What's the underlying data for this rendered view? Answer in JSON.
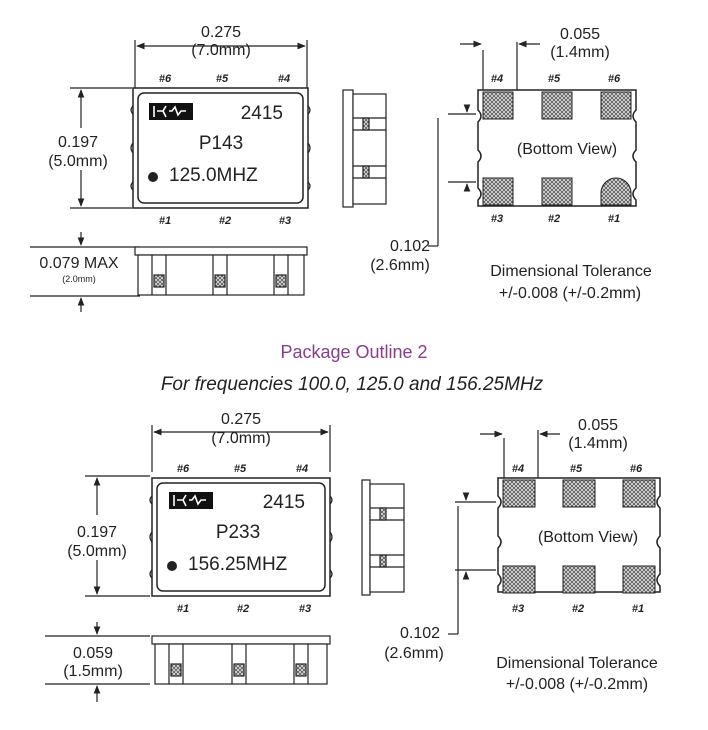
{
  "colors": {
    "ink": "#222222",
    "heading": "#8a3d8e",
    "pad_fill": "#4a4a4a"
  },
  "outline1": {
    "width_in": "0.275",
    "width_mm": "(7.0mm)",
    "height_in": "0.197",
    "height_mm": "(5.0mm)",
    "thickness": "0.079 MAX",
    "thickness_mm": "(2.0mm)",
    "pad_pitch_in": "0.055",
    "pad_pitch_mm": "(1.4mm)",
    "pad_spacing_in": "0.102",
    "pad_spacing_mm": "(2.6mm)",
    "pins_top": [
      "#6",
      "#5",
      "#4"
    ],
    "pins_bottom": [
      "#1",
      "#2",
      "#3"
    ],
    "bv_pins_top": [
      "#4",
      "#5",
      "#6"
    ],
    "bv_pins_bottom": [
      "#3",
      "#2",
      "#1"
    ],
    "chip_line1": "2415",
    "chip_line2": "P143",
    "chip_line3": "125.0MHZ",
    "bottom_view": "(Bottom View)",
    "tolerance_title": "Dimensional Tolerance",
    "tolerance_value": "+/-0.008 (+/-0.2mm)"
  },
  "heading": "Package Outline 2",
  "subheading": "For frequencies 100.0, 125.0 and 156.25MHz",
  "outline2": {
    "width_in": "0.275",
    "width_mm": "(7.0mm)",
    "height_in": "0.197",
    "height_mm": "(5.0mm)",
    "thickness": "0.059",
    "thickness_mm": "(1.5mm)",
    "pad_pitch_in": "0.055",
    "pad_pitch_mm": "(1.4mm)",
    "pad_spacing_in": "0.102",
    "pad_spacing_mm": "(2.6mm)",
    "pins_top": [
      "#6",
      "#5",
      "#4"
    ],
    "pins_bottom": [
      "#1",
      "#2",
      "#3"
    ],
    "bv_pins_top": [
      "#4",
      "#5",
      "#6"
    ],
    "bv_pins_bottom": [
      "#3",
      "#2",
      "#1"
    ],
    "chip_line1": "2415",
    "chip_line2": "P233",
    "chip_line3": "156.25MHZ",
    "bottom_view": "(Bottom View)",
    "tolerance_title": "Dimensional Tolerance",
    "tolerance_value": "+/-0.008 (+/-0.2mm)"
  }
}
